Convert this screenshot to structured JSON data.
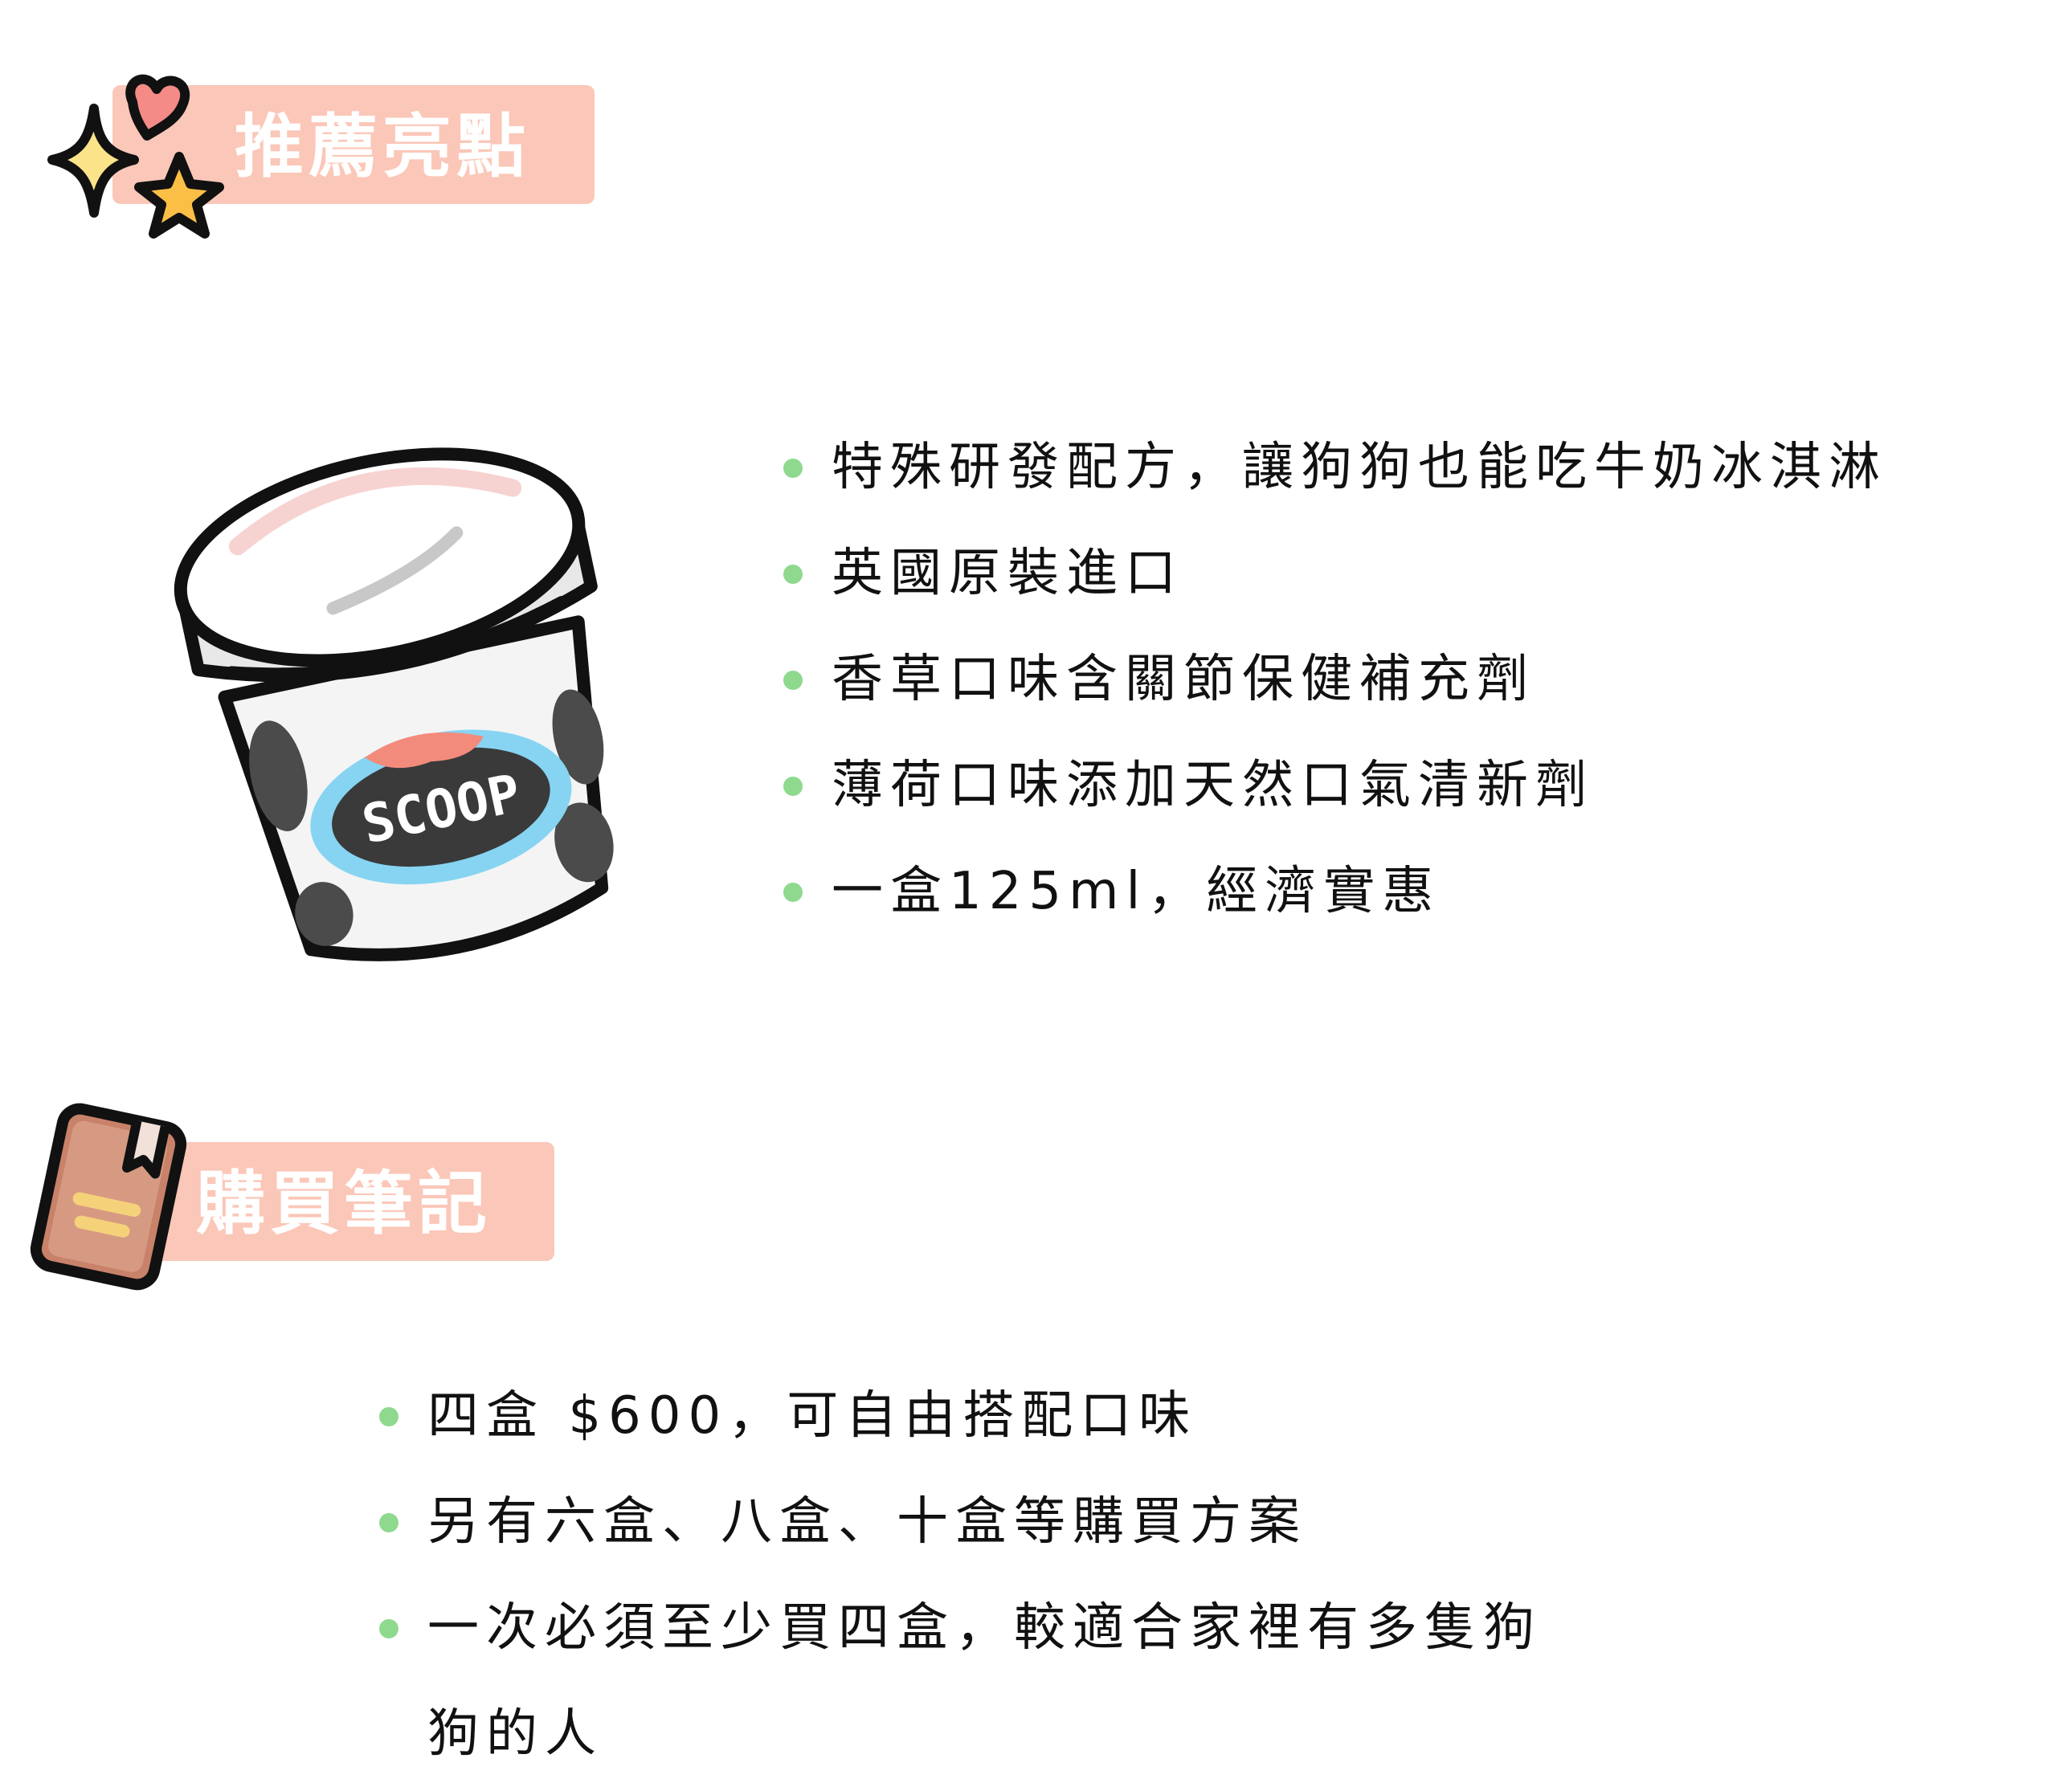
{
  "highlights": {
    "title": "推薦亮點",
    "items": [
      "特殊研發配方，讓狗狗也能吃牛奶冰淇淋",
      "英國原裝進口",
      "香草口味含關節保健補充劑",
      "薄荷口味添加天然口氣清新劑",
      "一盒125ml，經濟實惠"
    ]
  },
  "product": {
    "label": "SCOOP"
  },
  "notes": {
    "title": "購買筆記",
    "items": [
      "四盒 $600，可自由搭配口味",
      "另有六盒、八盒、十盒等購買方案",
      "一次必須至少買四盒，較適合家裡有多隻狗"
    ],
    "continuation": "狗的人"
  },
  "colors": {
    "header_pill": "#fbc7b8",
    "bullet": "#8fd98f",
    "text": "#111111"
  },
  "icons": [
    "sparkles-icon",
    "ice-cream-cup-icon",
    "notebook-icon"
  ]
}
